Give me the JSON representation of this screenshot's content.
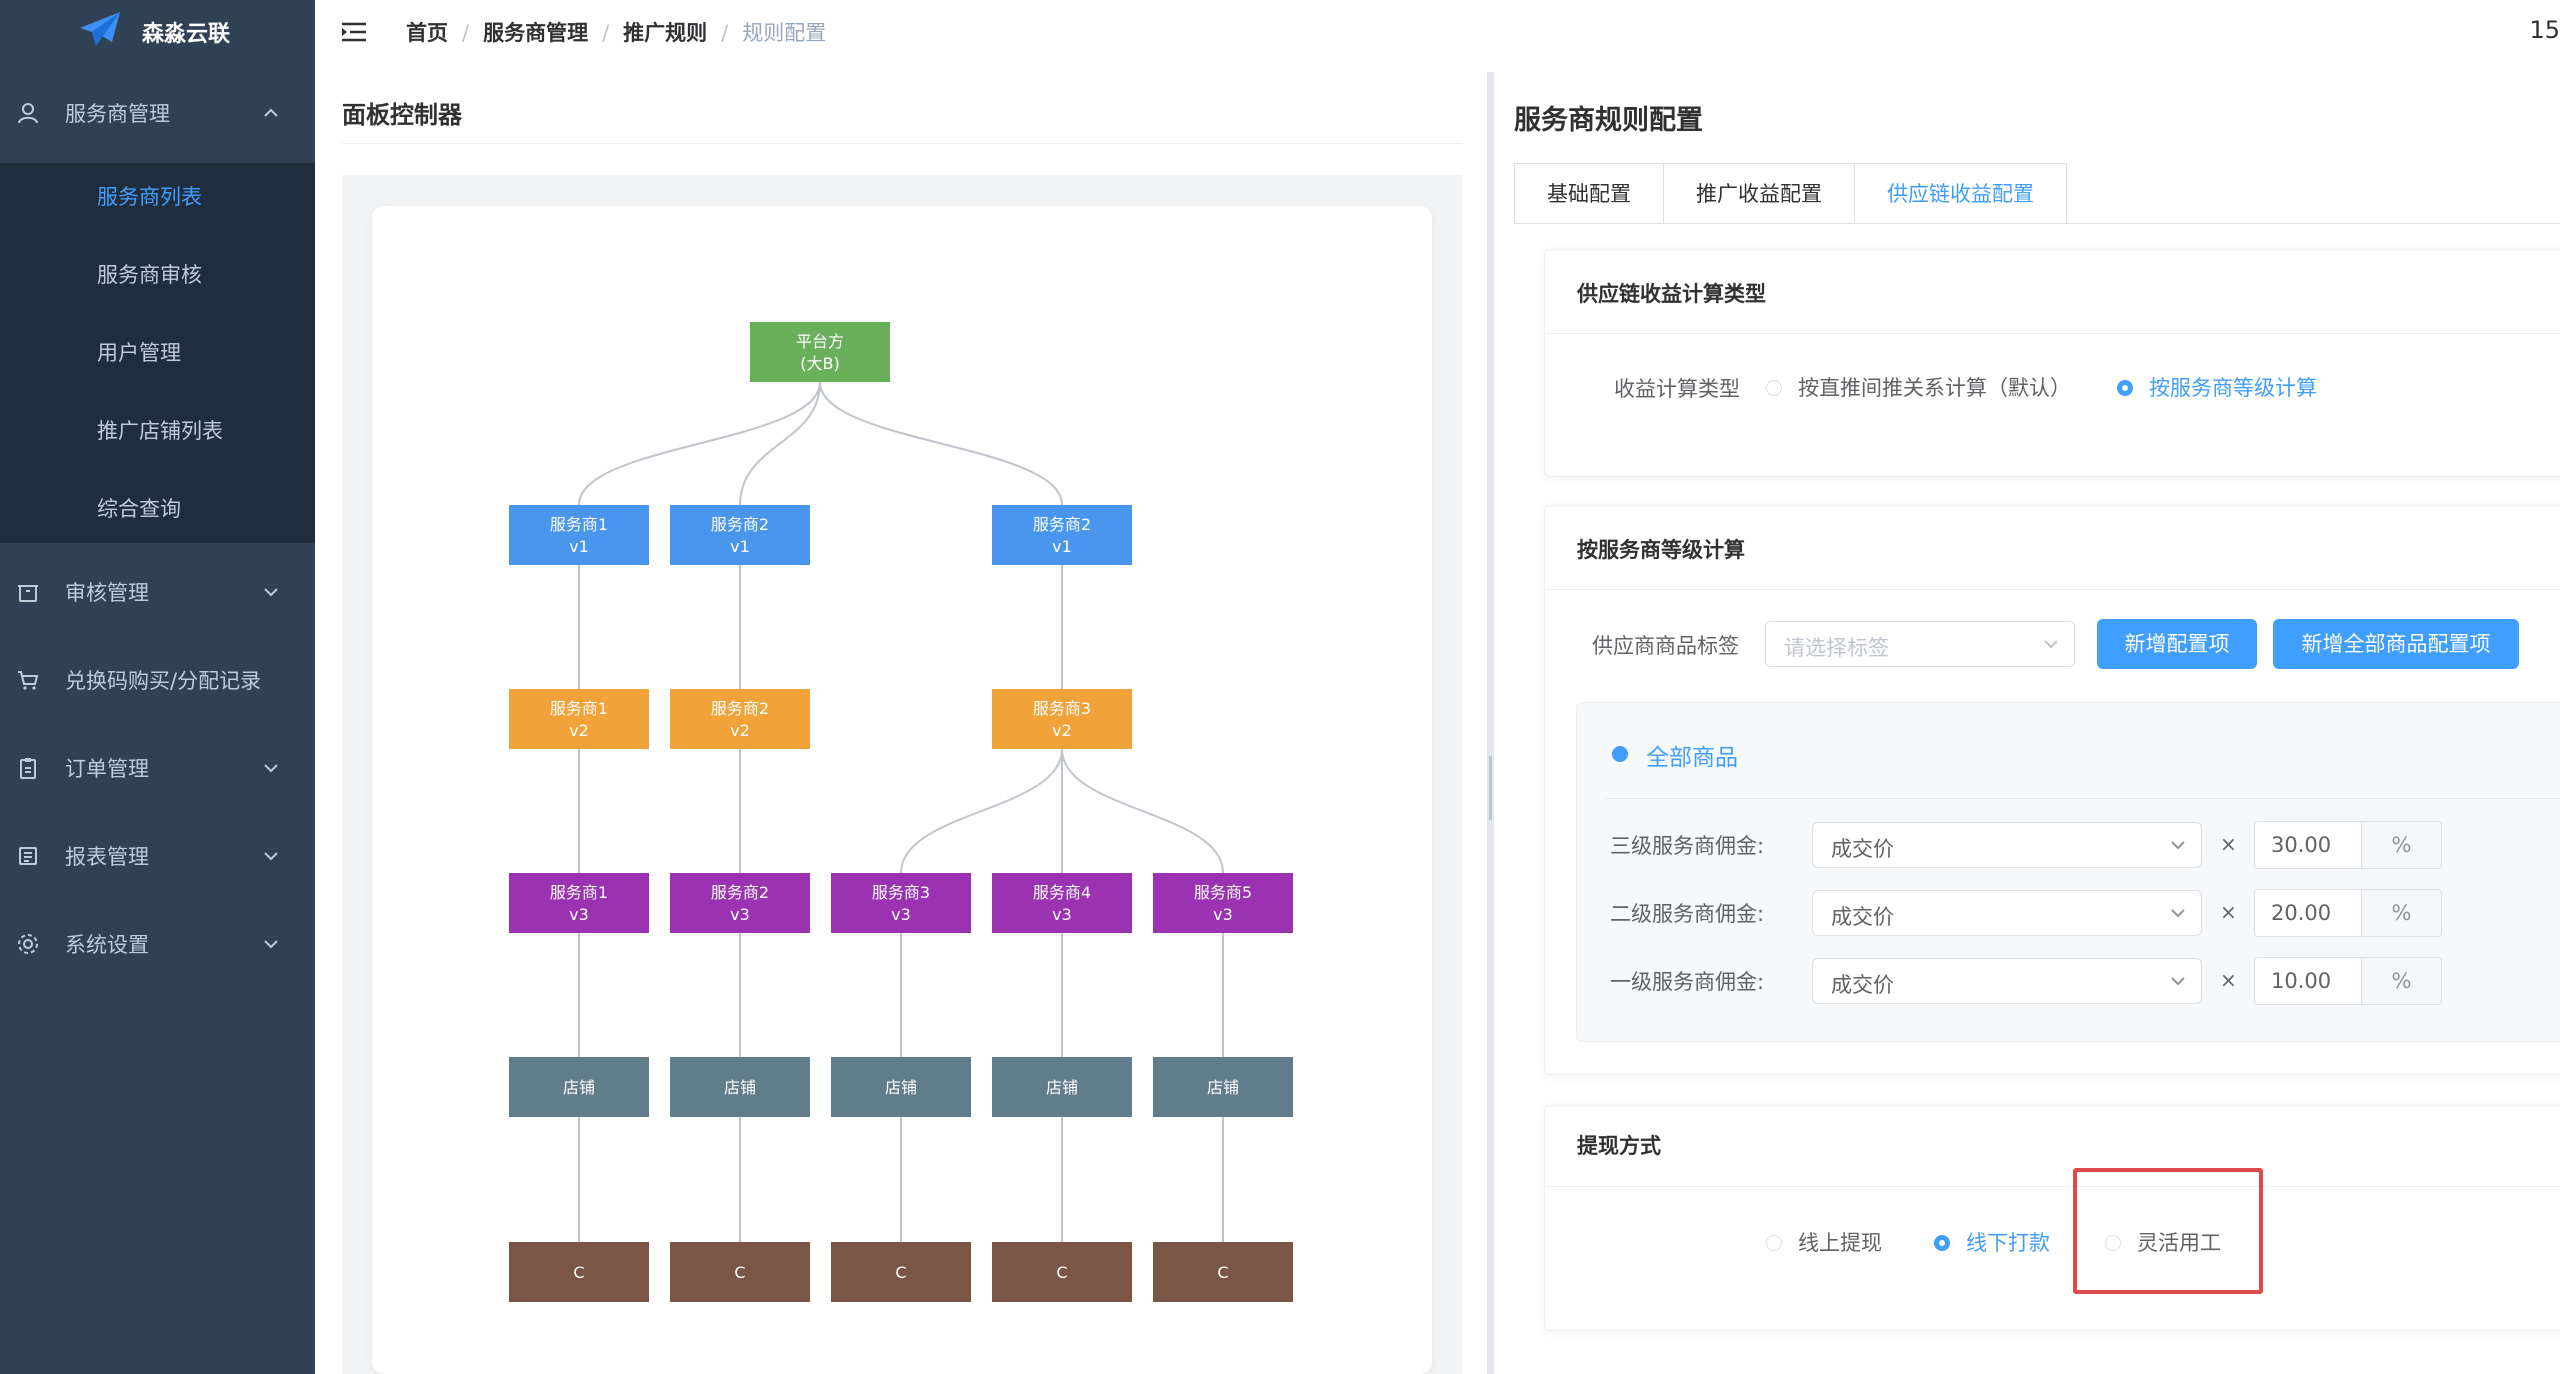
{
  "app": {
    "name": "森淼云联"
  },
  "sidebar": {
    "items": [
      {
        "label": "服务商管理"
      },
      {
        "label": "审核管理"
      },
      {
        "label": "兑换码购买/分配记录"
      },
      {
        "label": "订单管理"
      },
      {
        "label": "报表管理"
      },
      {
        "label": "系统设置"
      }
    ],
    "subitems": [
      {
        "label": "服务商列表",
        "active": true
      },
      {
        "label": "服务商审核"
      },
      {
        "label": "用户管理"
      },
      {
        "label": "推广店铺列表"
      },
      {
        "label": "综合查询"
      }
    ]
  },
  "header": {
    "breadcrumb": [
      "首页",
      "服务商管理",
      "推广规则"
    ],
    "breadcrumb_current": "规则配置",
    "right_text": "15"
  },
  "left_panel": {
    "title": "面板控制器",
    "tree": {
      "root": {
        "line1": "平台方",
        "line2": "(大B)"
      },
      "v1": [
        {
          "line1": "服务商1",
          "line2": "v1"
        },
        {
          "line1": "服务商2",
          "line2": "v1"
        },
        {
          "line1": "服务商2",
          "line2": "v1"
        }
      ],
      "v2": [
        {
          "line1": "服务商1",
          "line2": "v2"
        },
        {
          "line1": "服务商2",
          "line2": "v2"
        },
        {
          "line1": "服务商3",
          "line2": "v2"
        }
      ],
      "v3": [
        {
          "line1": "服务商1",
          "line2": "v3"
        },
        {
          "line1": "服务商2",
          "line2": "v3"
        },
        {
          "line1": "服务商3",
          "line2": "v3"
        },
        {
          "line1": "服务商4",
          "line2": "v3"
        },
        {
          "line1": "服务商5",
          "line2": "v3"
        }
      ],
      "shop_label": "店铺",
      "customer_label": "C",
      "colors": {
        "root": "#6aaf5b",
        "v1": "#4a96ee",
        "v2": "#f1a33a",
        "v3": "#9b32b2",
        "shop": "#617d8b",
        "customer": "#7b5545"
      }
    }
  },
  "right_panel": {
    "title": "服务商规则配置",
    "tabs": [
      {
        "label": "基础配置"
      },
      {
        "label": "推广收益配置"
      },
      {
        "label": "供应链收益配置",
        "active": true
      }
    ],
    "calc_type_card": {
      "header": "供应链收益计算类型",
      "label": "收益计算类型",
      "options": [
        {
          "label": "按直推间推关系计算（默认）",
          "checked": false
        },
        {
          "label": "按服务商等级计算",
          "checked": true
        }
      ]
    },
    "level_card": {
      "header": "按服务商等级计算",
      "tag_label": "供应商商品标签",
      "tag_placeholder": "请选择标签",
      "add_button": "新增配置项",
      "add_all_button": "新增全部商品配置项",
      "all_goods": "全部商品",
      "rows": [
        {
          "label": "三级服务商佣金:",
          "base": "成交价",
          "value": "30.00",
          "unit": "%"
        },
        {
          "label": "二级服务商佣金:",
          "base": "成交价",
          "value": "20.00",
          "unit": "%"
        },
        {
          "label": "一级服务商佣金:",
          "base": "成交价",
          "value": "10.00",
          "unit": "%"
        }
      ],
      "times_sign": "×"
    },
    "withdraw_card": {
      "header": "提现方式",
      "options": [
        {
          "label": "线上提现",
          "checked": false
        },
        {
          "label": "线下打款",
          "checked": true
        },
        {
          "label": "灵活用工",
          "checked": false
        }
      ]
    }
  },
  "accent_color": "#409eff",
  "highlight_color": "#e0494a"
}
